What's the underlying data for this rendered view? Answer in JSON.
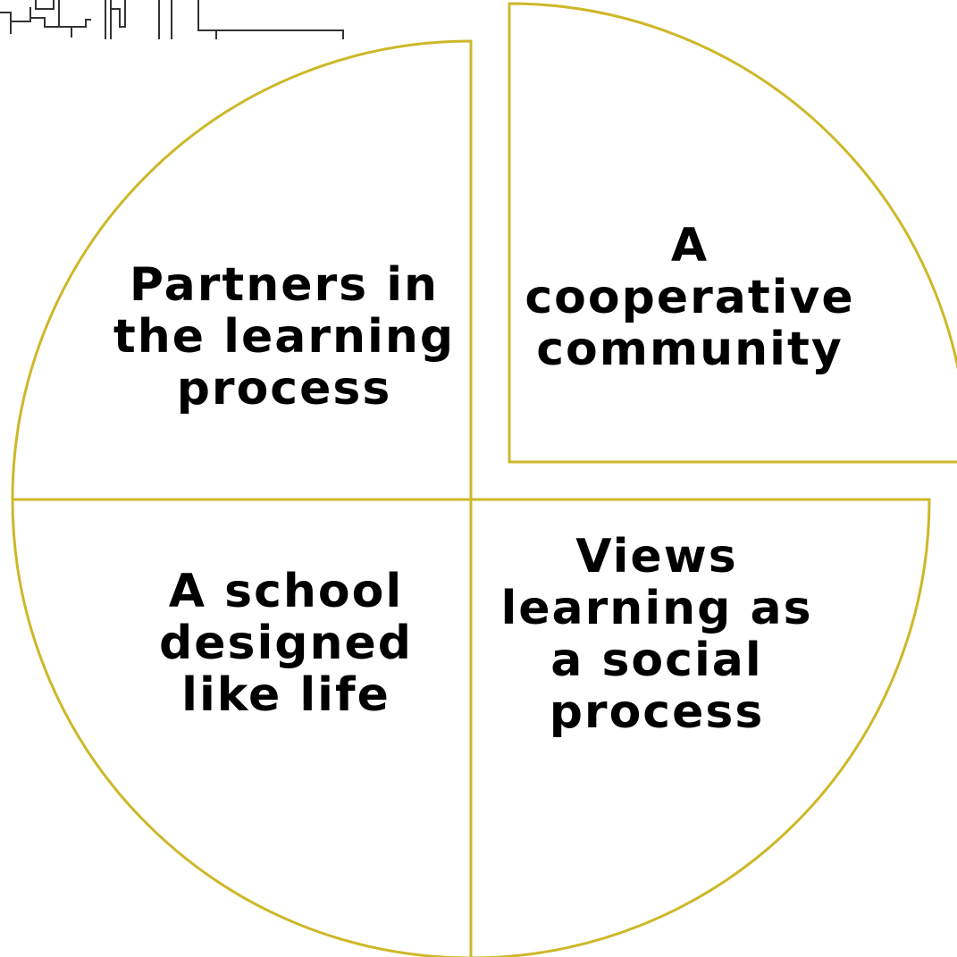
{
  "colors": {
    "outline": "#cdb829",
    "text": "#000000",
    "background": "#ffffff",
    "logo": "#333333"
  },
  "quadrants": {
    "top_left": {
      "lines": [
        "Partners in",
        "the learning",
        "process"
      ]
    },
    "top_right": {
      "lines": [
        "A",
        "cooperative",
        "community"
      ]
    },
    "bottom_left": {
      "lines": [
        "A school",
        "designed",
        "like life"
      ]
    },
    "bottom_right": {
      "lines": [
        "Views",
        "learning as",
        "a social",
        "process"
      ]
    }
  },
  "logo": {
    "name": "school-building-logo-fragment"
  }
}
